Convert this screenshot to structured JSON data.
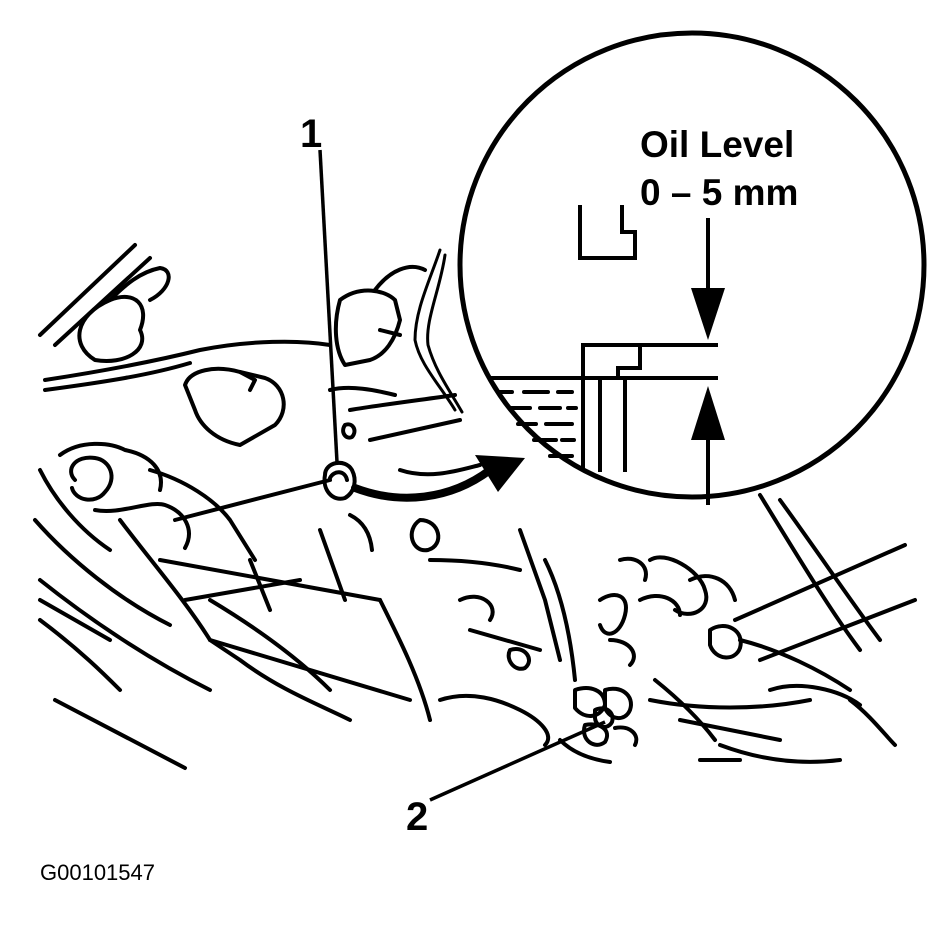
{
  "diagram": {
    "callouts": [
      {
        "number": "1",
        "meaning": ""
      },
      {
        "number": "2",
        "meaning": ""
      }
    ],
    "detail": {
      "title": "Oil Level",
      "range": "0 – 5 mm"
    },
    "figure_id": "G00101547"
  }
}
